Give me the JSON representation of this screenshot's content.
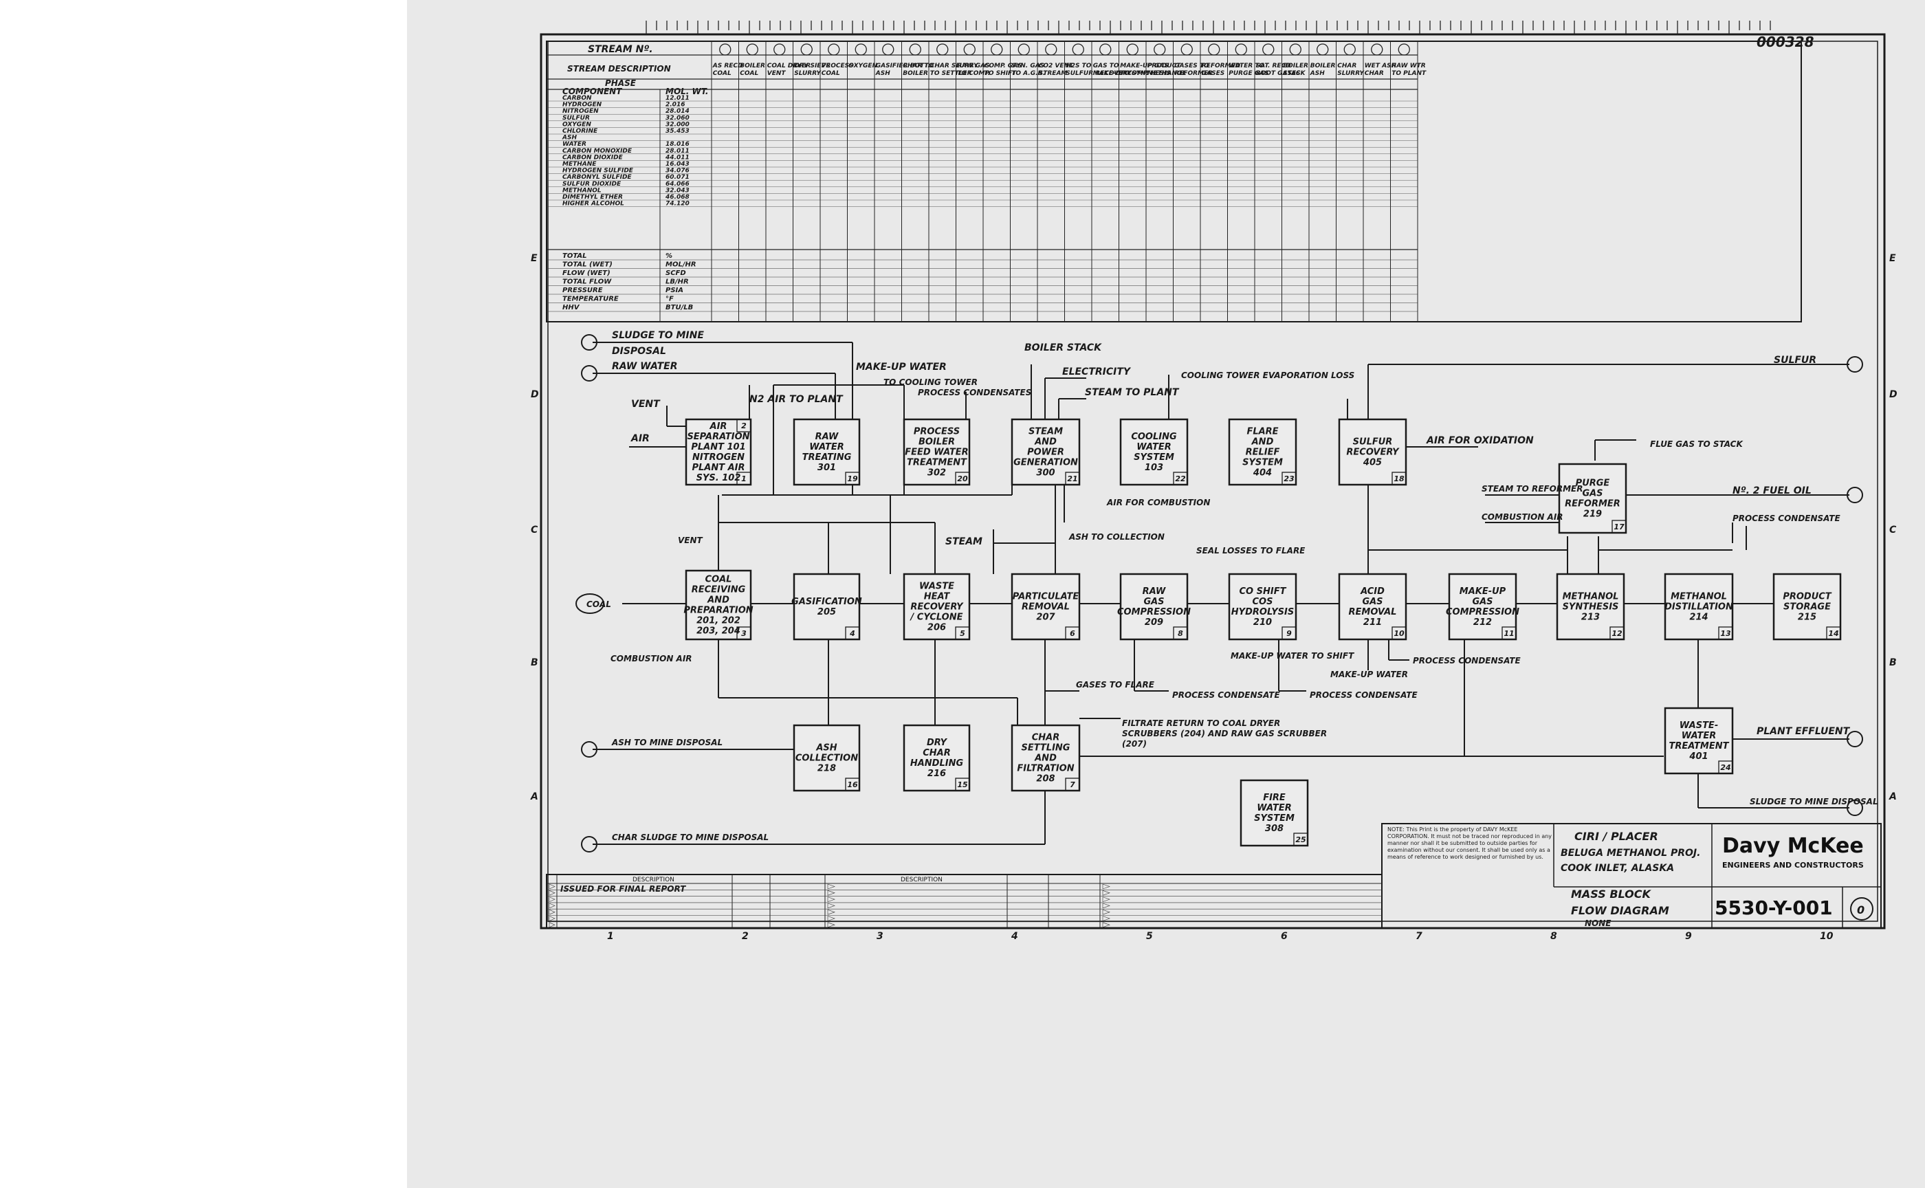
{
  "header": {
    "drawing_number_stamp": "000328"
  },
  "table": {
    "stream_label": "STREAM Nº.",
    "stream_description_label": "STREAM DESCRIPTION",
    "phase_label": "PHASE",
    "component_label": "COMPONENT",
    "molwt_label": "MOL. WT.",
    "columns": [
      "AS RECD COAL",
      "BOILER COAL",
      "COAL DRYER VENT",
      "DRY SIEVE SLURRY",
      "PROCESS COAL",
      "OXYGEN",
      "GASIFIER BOTT. ASH",
      "CHAR TO BOILER",
      "CHAR SLURRY TO SETTLER",
      "RAW GAS TO COMP.",
      "COMP. GAS TO SHIFT",
      "SYN. GAS TO A.G.R.",
      "CO2 VENT STREAM",
      "H2S TO SULFUR RECOVERY",
      "GAS TO MAKE-UP COMP.",
      "MAKE-UP GAS TO SYNTHESIS",
      "PRODUCT METHANOL",
      "GASES TO REFORMER",
      "REFORMED GASES",
      "WATER TO PURGE GAS",
      "SAT. RECD BOOT GASES",
      "BOILER STACK",
      "BOILER ASH",
      "CHAR SLURRY",
      "WET ASH CHAR",
      "RAW WTR TO PLANT"
    ],
    "components": [
      {
        "name": "CARBON",
        "mw": "12.011"
      },
      {
        "name": "HYDROGEN",
        "mw": "2.016"
      },
      {
        "name": "NITROGEN",
        "mw": "28.014"
      },
      {
        "name": "SULFUR",
        "mw": "32.060"
      },
      {
        "name": "OXYGEN",
        "mw": "32.000"
      },
      {
        "name": "CHLORINE",
        "mw": "35.453"
      },
      {
        "name": "ASH",
        "mw": ""
      },
      {
        "name": "WATER",
        "mw": "18.016"
      },
      {
        "name": "CARBON MONOXIDE",
        "mw": "28.011"
      },
      {
        "name": "CARBON DIOXIDE",
        "mw": "44.011"
      },
      {
        "name": "METHANE",
        "mw": "16.043"
      },
      {
        "name": "HYDROGEN SULFIDE",
        "mw": "34.076"
      },
      {
        "name": "CARBONYL SULFIDE",
        "mw": "60.071"
      },
      {
        "name": "SULFUR DIOXIDE",
        "mw": "64.066"
      },
      {
        "name": "METHANOL",
        "mw": "32.043"
      },
      {
        "name": "DIMETHYL ETHER",
        "mw": "46.068"
      },
      {
        "name": "HIGHER ALCOHOL",
        "mw": "74.120"
      }
    ],
    "totals": [
      {
        "name": "TOTAL",
        "unit": "%"
      },
      {
        "name": "TOTAL (WET)",
        "unit": "MOL/HR"
      },
      {
        "name": "FLOW (WET)",
        "unit": "SCFD"
      },
      {
        "name": "TOTAL FLOW",
        "unit": "LB/HR"
      },
      {
        "name": "PRESSURE",
        "unit": "PSIA"
      },
      {
        "name": "TEMPERATURE",
        "unit": "°F"
      },
      {
        "name": "HHV",
        "unit": "BTU/LB"
      }
    ]
  },
  "blocks": [
    {
      "id": "air-separation",
      "lines": [
        "AIR",
        "SEPARATION",
        "PLANT 101",
        "NITROGEN",
        "PLANT AIR",
        "SYS. 102"
      ],
      "tag": "1",
      "tag2": "2"
    },
    {
      "id": "raw-water-treating",
      "lines": [
        "RAW",
        "WATER",
        "TREATING",
        "301"
      ],
      "tag": "19"
    },
    {
      "id": "process-boiler-feed",
      "lines": [
        "PROCESS",
        "BOILER",
        "FEED WATER",
        "TREATMENT",
        "302"
      ],
      "tag": "20"
    },
    {
      "id": "steam-power",
      "lines": [
        "STEAM",
        "AND",
        "POWER",
        "GENERATION",
        "300"
      ],
      "tag": "21"
    },
    {
      "id": "cooling-water",
      "lines": [
        "COOLING",
        "WATER",
        "SYSTEM",
        "103"
      ],
      "tag": "22"
    },
    {
      "id": "flare-relief",
      "lines": [
        "FLARE",
        "AND",
        "RELIEF",
        "SYSTEM",
        "404"
      ],
      "tag": "23"
    },
    {
      "id": "sulfur-recovery",
      "lines": [
        "SULFUR",
        "RECOVERY",
        "405"
      ],
      "tag": "18"
    },
    {
      "id": "purge-gas-reformer",
      "lines": [
        "PURGE",
        "GAS",
        "REFORMER",
        "219"
      ],
      "tag": "17"
    },
    {
      "id": "coal-receiving",
      "lines": [
        "COAL",
        "RECEIVING",
        "AND",
        "PREPARATION",
        "201, 202",
        "203, 204"
      ],
      "tag": "3"
    },
    {
      "id": "gasification",
      "lines": [
        "GASIFICATION",
        "205"
      ],
      "tag": "4"
    },
    {
      "id": "waste-heat-recovery",
      "lines": [
        "WASTE",
        "HEAT",
        "RECOVERY",
        "/ CYCLONE",
        "206"
      ],
      "tag": "5"
    },
    {
      "id": "particulate-removal",
      "lines": [
        "PARTICULATE",
        "REMOVAL",
        "207"
      ],
      "tag": "6"
    },
    {
      "id": "raw-gas-compression",
      "lines": [
        "RAW",
        "GAS",
        "COMPRESSION",
        "209"
      ],
      "tag": "8"
    },
    {
      "id": "co-shift",
      "lines": [
        "CO SHIFT",
        "COS",
        "HYDROLYSIS",
        "210"
      ],
      "tag": "9"
    },
    {
      "id": "acid-gas-removal",
      "lines": [
        "ACID",
        "GAS",
        "REMOVAL",
        "211"
      ],
      "tag": "10"
    },
    {
      "id": "make-up-compression",
      "lines": [
        "MAKE-UP",
        "GAS",
        "COMPRESSION",
        "212"
      ],
      "tag": "11"
    },
    {
      "id": "methanol-synthesis",
      "lines": [
        "METHANOL",
        "SYNTHESIS",
        "213"
      ],
      "tag": "12"
    },
    {
      "id": "methanol-distillation",
      "lines": [
        "METHANOL",
        "DISTILLATION",
        "214"
      ],
      "tag": "13"
    },
    {
      "id": "product-storage",
      "lines": [
        "PRODUCT",
        "STORAGE",
        "215"
      ],
      "tag": "14"
    },
    {
      "id": "ash-collection",
      "lines": [
        "ASH",
        "COLLECTION",
        "218"
      ],
      "tag": "16"
    },
    {
      "id": "dry-char-handling",
      "lines": [
        "DRY",
        "CHAR",
        "HANDLING",
        "216"
      ],
      "tag": "15"
    },
    {
      "id": "char-settling",
      "lines": [
        "CHAR",
        "SETTLING",
        "AND",
        "FILTRATION",
        "208"
      ],
      "tag": "7"
    },
    {
      "id": "waste-water",
      "lines": [
        "WASTE-",
        "WATER",
        "TREATMENT",
        "401"
      ],
      "tag": "24"
    },
    {
      "id": "fire-water",
      "lines": [
        "FIRE",
        "WATER",
        "SYSTEM",
        "308"
      ],
      "tag": "25"
    }
  ],
  "labels": {
    "sludge_to_mine": "SLUDGE TO MINE",
    "disposal": "DISPOSAL",
    "raw_water": "RAW WATER",
    "vent": "VENT",
    "air": "AIR",
    "n2_air_to_plant": "N2 AIR TO PLANT",
    "make_up_water": "MAKE-UP WATER",
    "to_cooling_tower": "TO COOLING TOWER",
    "process_condensates": "PROCESS CONDENSATES",
    "boiler_stack": "BOILER STACK",
    "electricity": "ELECTRICITY",
    "steam_to_plant": "STEAM TO PLANT",
    "cooling_tower_evap": "COOLING TOWER EVAPORATION LOSS",
    "air_for_oxidation": "AIR FOR OXIDATION",
    "sulfur": "SULFUR",
    "flue_gas_to_stack": "FLUE GAS TO STACK",
    "steam_to_reformer": "STEAM TO REFORMER",
    "combustion_air": "COMBUSTION AIR",
    "no2_fuel_oil": "Nº. 2 FUEL OIL",
    "process_condensate": "PROCESS CONDENSATE",
    "air_for_combustion": "AIR FOR COMBUSTION",
    "ash_to_collection": "ASH TO COLLECTION",
    "steam": "STEAM",
    "seal_losses": "SEAL LOSSES TO FLARE",
    "coal": "COAL",
    "make_up_water_to_shift": "MAKE-UP WATER TO SHIFT",
    "make_up_water2": "MAKE-UP WATER",
    "gases_to_flare": "GASES TO FLARE",
    "filtrate_return": "FILTRATE RETURN TO COAL DRYER SCRUBBERS (204) AND RAW GAS SCRUBBER (207)",
    "ash_to_mine": "ASH TO MINE DISPOSAL",
    "char_sludge": "CHAR SLUDGE TO MINE DISPOSAL",
    "plant_effluent": "PLANT EFFLUENT",
    "sludge_to_mine_disposal": "SLUDGE TO MINE DISPOSAL"
  },
  "title_block": {
    "note": "NOTE: This Print is the property of DAVY McKEE CORPORATION. It must not be traced nor reproduced in any manner nor shall it be submitted to outside parties for examination without our consent. It shall be used only as a means of reference to work designed or furnished by us.",
    "client_line1": "CIRI / PLACER",
    "client_line2": "BELUGA METHANOL PROJ.",
    "client_line3": "COOK INLET, ALASKA",
    "title_line1": "MASS BLOCK",
    "title_line2": "FLOW DIAGRAM",
    "scale": "NONE",
    "company": "Davy McKee",
    "company_sub": "ENGINEERS AND CONSTRUCTORS",
    "dwg_no": "5530-Y-001",
    "revision": "0",
    "rev_desc_header": "DESCRIPTION",
    "rev_entry": "ISSUED FOR FINAL REPORT"
  },
  "grid": {
    "cols": [
      "1",
      "2",
      "3",
      "4",
      "5",
      "6",
      "7",
      "8",
      "9",
      "10"
    ],
    "rows": [
      "E",
      "D",
      "C",
      "B",
      "A"
    ]
  }
}
